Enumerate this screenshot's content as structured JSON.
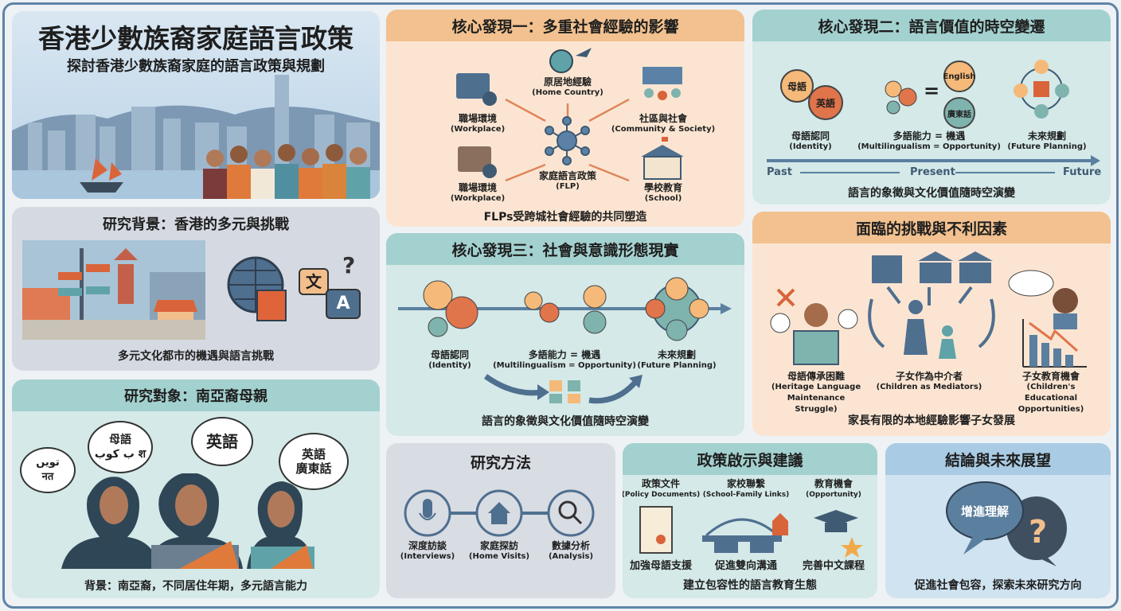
{
  "title": {
    "main": "香港少數族裔家庭語言政策",
    "subtitle": "探討香港少數族裔家庭的語言政策與規劃"
  },
  "background": {
    "heading": "研究背景：香港的多元與挑戰",
    "caption": "多元文化都市的機遇與語言挑戰",
    "icon_text": "文",
    "icon_text2": "A"
  },
  "subjects": {
    "heading": "研究對象：南亞裔母親",
    "bubbles": [
      "تویں\nनत",
      "母語\nب کوب श",
      "英語",
      "英語\n廣東話"
    ],
    "caption": "背景：南亞裔，不同居住年期，多元語言能力"
  },
  "finding1": {
    "heading": "核心發現一：多重社會經驗的影響",
    "nodes": [
      {
        "zh": "原居地經驗",
        "en": "(Home Country)"
      },
      {
        "zh": "職場環境",
        "en": "(Workplace)"
      },
      {
        "zh": "社區與社會",
        "en": "(Community & Society)"
      },
      {
        "zh": "職場環境",
        "en": "(Workplace)"
      },
      {
        "zh": "學校教育",
        "en": "(School)"
      }
    ],
    "center": {
      "zh": "家庭語言政策",
      "en": "(FLP)"
    },
    "caption": "FLPs受跨城社會經驗的共同塑造"
  },
  "finding2": {
    "heading": "核心發現二：語言價值的時空變遷",
    "items": [
      {
        "zh": "母語認同",
        "en": "(Identity)"
      },
      {
        "zh": "多語能力 = 機遇",
        "en": "(Multilingualism = Opportunity)"
      },
      {
        "zh": "未來規劃",
        "en": "(Future Planning)"
      }
    ],
    "bubbles": {
      "mother": "母語",
      "english_zh": "英語",
      "english": "English",
      "cantonese": "廣東話"
    },
    "timeline": [
      "Past",
      "Present",
      "Future"
    ],
    "caption": "語言的象徵與文化價值隨時空演變"
  },
  "finding3": {
    "heading": "核心發現三：社會與意識形態現實",
    "items": [
      {
        "zh": "母語認同",
        "en": "(Identity)"
      },
      {
        "zh": "多語能力 = 機遇",
        "en": "(Multilingualism = Opportunity)"
      },
      {
        "zh": "未來規劃",
        "en": "(Future Planning)"
      }
    ],
    "caption": "語言的象徵與文化價值隨時空演變"
  },
  "challenges": {
    "heading": "面臨的挑戰與不利因素",
    "items": [
      {
        "zh": "母語傳承困難",
        "en": "(Heritage Language Maintenance Struggle)"
      },
      {
        "zh": "子女作為中介者",
        "en": "(Children as Mediators)"
      },
      {
        "zh": "子女教育機會",
        "en": "(Children's Educational Opportunities)"
      }
    ],
    "caption": "家長有限的本地經驗影響子女發展"
  },
  "methods": {
    "heading": "研究方法",
    "items": [
      {
        "zh": "深度訪談",
        "en": "(Interviews)"
      },
      {
        "zh": "家庭探訪",
        "en": "(Home Visits)"
      },
      {
        "zh": "數據分析",
        "en": "(Analysis)"
      }
    ]
  },
  "policy": {
    "heading": "政策啟示與建議",
    "items": [
      {
        "zh": "政策文件",
        "en": "(Policy Documents)",
        "action": "加強母語支援"
      },
      {
        "zh": "家校聯繫",
        "en": "(School-Family Links)",
        "action": "促進雙向溝通"
      },
      {
        "zh": "教育機會",
        "en": "(Opportunity)",
        "action": "完善中文課程"
      }
    ],
    "caption": "建立包容性的語言教育生態"
  },
  "conclusion": {
    "heading": "結論與未來展望",
    "bubble": "增進理解",
    "caption": "促進社會包容，探索未來研究方向"
  },
  "colors": {
    "orange": "#e8744a",
    "teal": "#5fa3a8",
    "slate": "#4f6f8f",
    "peach": "#f2bf8c"
  }
}
